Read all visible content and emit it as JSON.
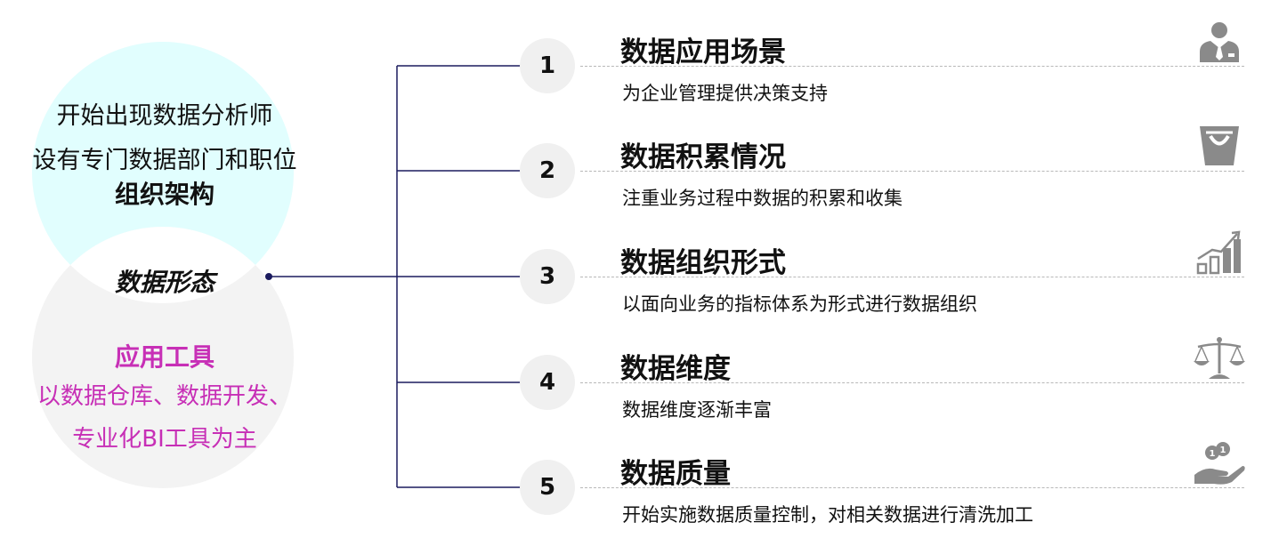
{
  "left": {
    "line1": "开始出现数据分析师",
    "line2": "设有专门数据部门和职位",
    "org_title": "组织架构",
    "center": "数据形态",
    "tool_title": "应用工具",
    "tool_line1": "以数据仓库、数据开发、",
    "tool_line2": "专业化BI工具为主"
  },
  "items": [
    {
      "num": "1",
      "title": "数据应用场景",
      "desc": "为企业管理提供决策支持",
      "icon": "businessman-icon"
    },
    {
      "num": "2",
      "title": "数据积累情况",
      "desc": "注重业务过程中数据的积累和收集",
      "icon": "shopping-bag-icon"
    },
    {
      "num": "3",
      "title": "数据组织形式",
      "desc": "以面向业务的指标体系为形式进行数据组织",
      "icon": "growth-chart-icon"
    },
    {
      "num": "4",
      "title": "数据维度",
      "desc": "数据维度逐渐丰富",
      "icon": "balance-scale-icon"
    },
    {
      "num": "5",
      "title": "数据质量",
      "desc": "开始实施数据质量控制，对相关数据进行清洗加工",
      "icon": "coins-hand-icon"
    }
  ],
  "colors": {
    "accent_magenta": "#c72fb6",
    "cyan_circle": "#e1fefe",
    "gray_circle": "#f3f3f3",
    "connector": "#1b1b5e",
    "icon_gray": "#8a8a8a"
  }
}
